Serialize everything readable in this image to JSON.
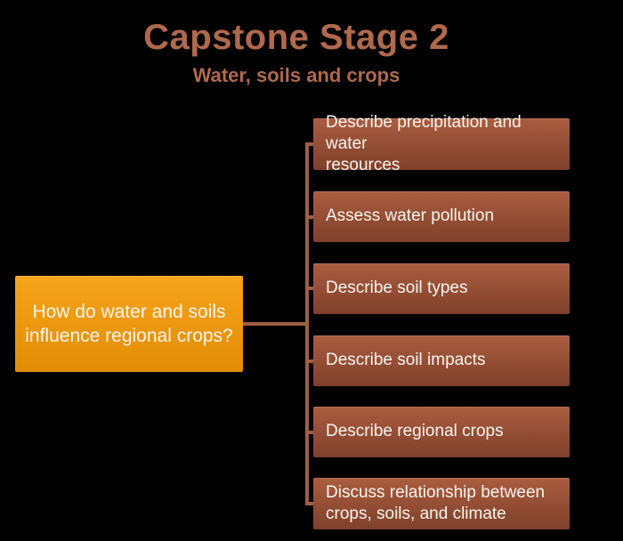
{
  "header": {
    "title": "Capstone Stage 2",
    "subtitle": "Water, soils and crops"
  },
  "question_box": {
    "text": "How do water and soils\ninfluence regional crops?"
  },
  "items": [
    {
      "label": "Describe precipitation and water\nresources"
    },
    {
      "label": "Assess water pollution"
    },
    {
      "label": "Describe soil types"
    },
    {
      "label": "Describe soil impacts"
    },
    {
      "label": "Describe regional crops"
    },
    {
      "label": "Discuss relationship between\ncrops, soils, and climate"
    }
  ],
  "colors": {
    "background": "#000000",
    "title_text": "#b0694d",
    "connector_line": "#a25d44",
    "task_box_gradient_top": "#aa5d40",
    "task_box_gradient_bottom": "#7f402a",
    "question_box_gradient_top": "#f6a51d",
    "question_box_gradient_bottom": "#e18c04",
    "box_text": "#faf5ee"
  }
}
